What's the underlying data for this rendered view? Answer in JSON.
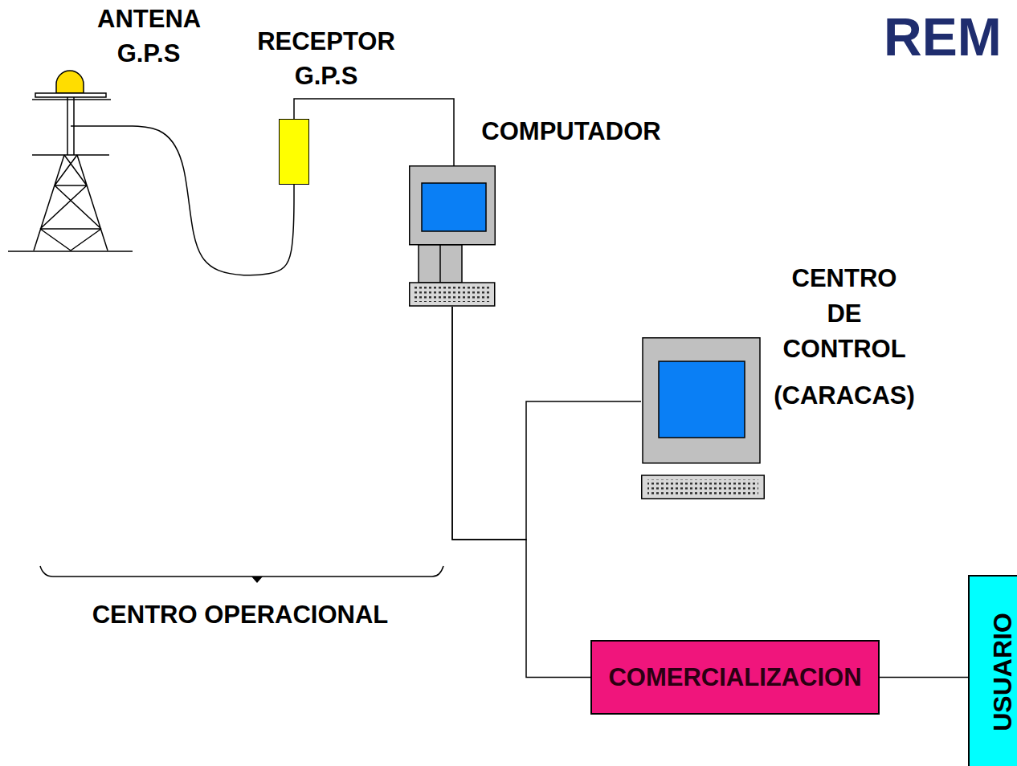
{
  "diagram": {
    "title": "REM",
    "nodes": [
      {
        "text": [
          "ANTENA G.P.S"
        ]
      },
      {
        "text": [
          "RECEPTOR G.P.S"
        ]
      },
      {
        "text": [
          "COMPUTADOR"
        ]
      },
      {
        "text": [
          "CENTRO DE CONTROL",
          "(CARACAS)"
        ]
      },
      {
        "text": [
          "COMERCIALIZACION"
        ]
      },
      {
        "text": [
          "USUARIO"
        ]
      }
    ],
    "edges": [
      {
        "from": 0,
        "to": 1,
        "arrow": "none"
      },
      {
        "from": 1,
        "to": 2,
        "arrow": "none"
      },
      {
        "from": 2,
        "to": 3,
        "arrow": "none"
      },
      {
        "from": 2,
        "to": 4,
        "arrow": "none"
      },
      {
        "from": 4,
        "to": 5,
        "arrow": "none"
      }
    ],
    "labels": [
      "CENTRO OPERACIONAL"
    ]
  }
}
